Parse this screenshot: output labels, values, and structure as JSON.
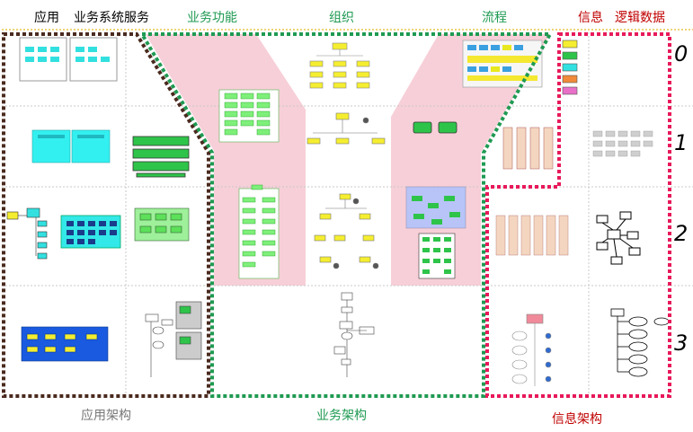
{
  "headers": {
    "app": "应用",
    "app_services": "业务系统服务",
    "biz_functions": "业务功能",
    "org": "组织",
    "process": "流程",
    "info": "信息",
    "logic_data": "逻辑数据"
  },
  "levels": [
    "0",
    "1",
    "2",
    "3"
  ],
  "footers": {
    "app_arch": "应用架构",
    "biz_arch": "业务架构",
    "info_arch": "信息架构"
  },
  "colors": {
    "app_arch": "#4a2a1e",
    "biz_arch": "#1f9a52",
    "info_arch": "#e8195a",
    "header_green": "#1f9a52",
    "header_red": "#c00000",
    "pink_band": "#f7cfd8",
    "grid_line": "#c8c8c8",
    "top_dotted": "#e8c548"
  }
}
